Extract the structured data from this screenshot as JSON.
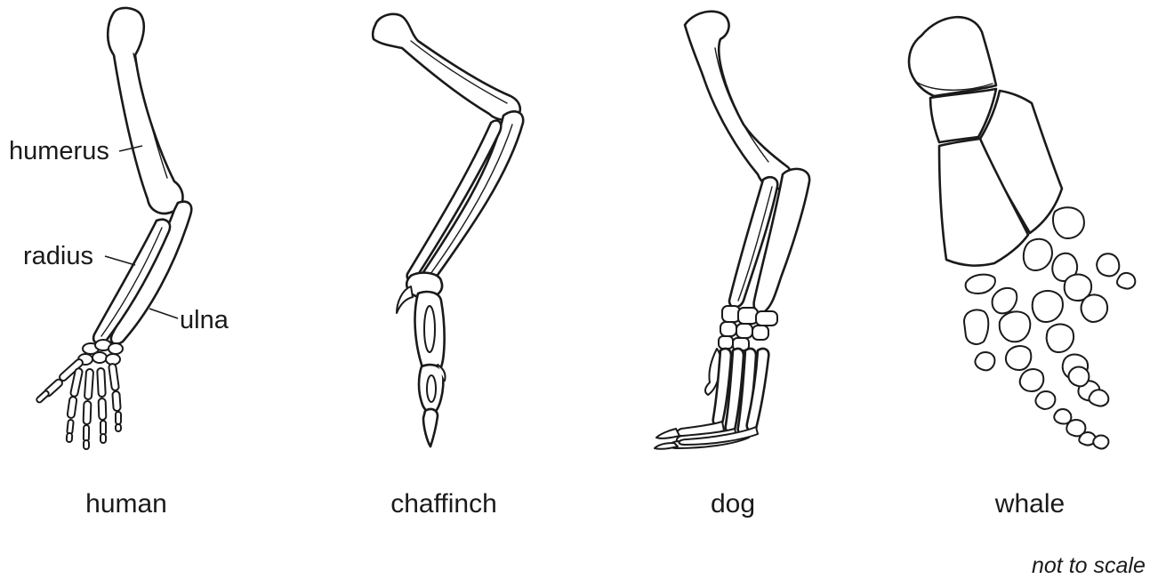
{
  "labels": {
    "humerus": "humerus",
    "radius": "radius",
    "ulna": "ulna"
  },
  "captions": {
    "human": "human",
    "chaffinch": "chaffinch",
    "dog": "dog",
    "whale": "whale"
  },
  "note": "not to scale"
}
